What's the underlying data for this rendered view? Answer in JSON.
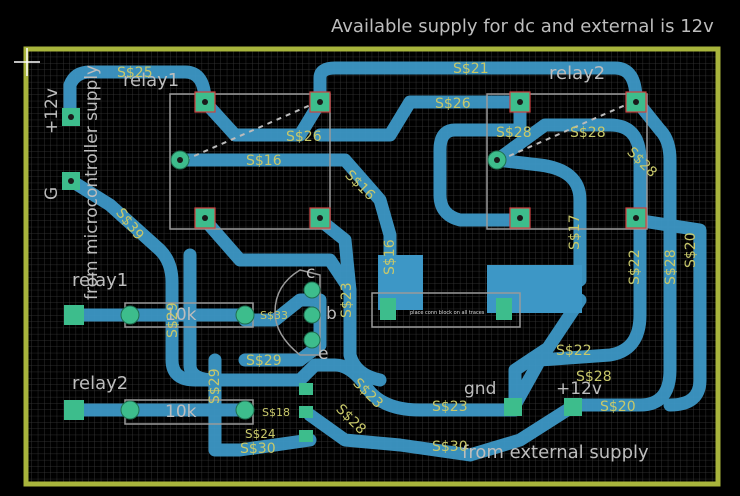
{
  "title": "Available supply for dc and external is 12v",
  "labels": {
    "relay1_top": "relay1",
    "relay2_top": "relay2",
    "relay1_left": "relay1",
    "relay2_left": "relay2",
    "res1": "10k",
    "res2": "10k",
    "plus12v_left": "+12v",
    "g_left": "G",
    "from_micro": "from microcontroller supply",
    "gnd": "gnd",
    "plus12v_right": "+12v",
    "from_external": "from external supply",
    "transistor_c": "c",
    "transistor_b": "b",
    "transistor_e": "e",
    "chip_text": "place conn block on all traces"
  },
  "signals": {
    "s25": "S$25",
    "s21": "S$21",
    "s26a": "S$26",
    "s26b": "S$26",
    "s16a": "S$16",
    "s16b": "S$16",
    "s16c": "S$16",
    "s28a": "S$28",
    "s28b": "S$28",
    "s28c": "S$28",
    "s28d": "S$28",
    "s28e": "S$28",
    "s29a": "S$29",
    "s29b": "S$29",
    "s29c": "S$29",
    "s17": "S$17",
    "s22a": "S$22",
    "s22b": "S$22",
    "s20a": "S$20",
    "s20b": "S$20",
    "s23a": "S$23",
    "s23b": "S$23",
    "s23c": "S$23",
    "s33": "S$33",
    "s30a": "S$30",
    "s30b": "S$30",
    "s39": "S$39",
    "s24": "S$24",
    "s18": "S$18"
  },
  "colors": {
    "background": "#000000",
    "grid": "#3a3a3a",
    "trace": "#3d97c6",
    "board_edge": "#a8b43c",
    "pad": "#3dbd8c",
    "silkscreen": "#bdbdbd",
    "signal_label": "#c8c86a"
  }
}
